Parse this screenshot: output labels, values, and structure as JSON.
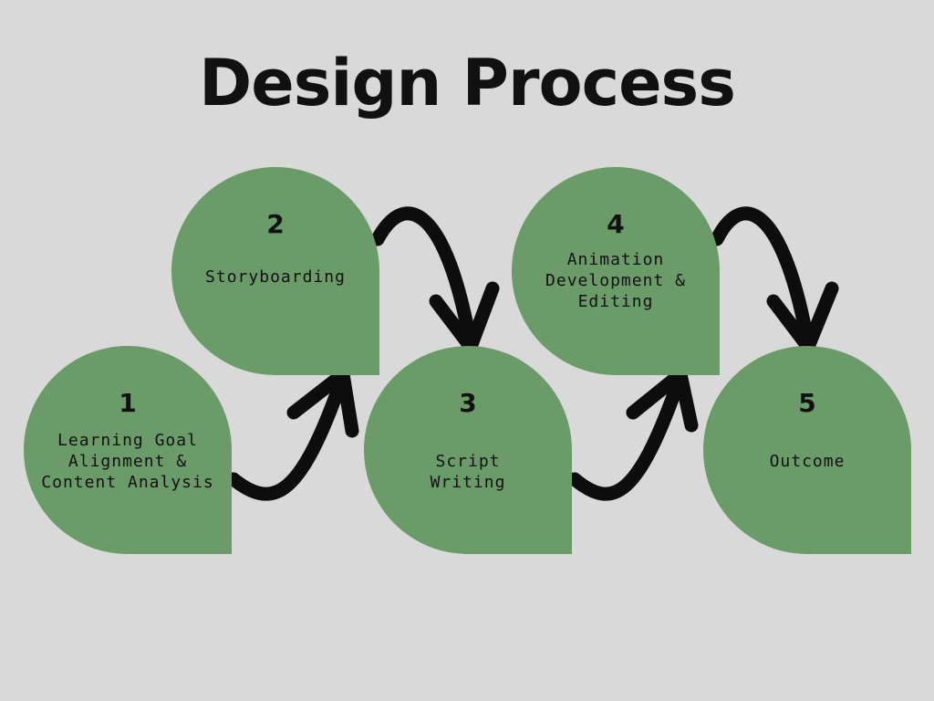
{
  "title": "Design Process",
  "colors": {
    "background": "#d9d9d9",
    "step_fill": "#6a9b68",
    "text": "#111111",
    "arrow": "#0d0d0d"
  },
  "steps": [
    {
      "number": "1",
      "label": "Learning Goal Alignment & Content Analysis"
    },
    {
      "number": "2",
      "label": "Storyboarding"
    },
    {
      "number": "3",
      "label": "Script Writing"
    },
    {
      "number": "4",
      "label": "Animation Development & Editing"
    },
    {
      "number": "5",
      "label": "Outcome"
    }
  ]
}
